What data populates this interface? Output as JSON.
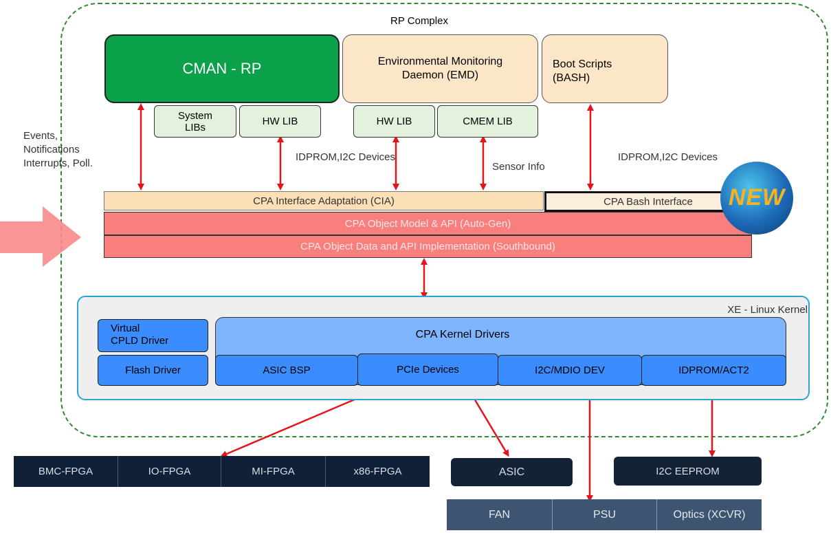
{
  "rp_complex": {
    "title": "RP Complex",
    "cman": "CMAN - RP",
    "emd_line1": "Environmental Monitoring",
    "emd_line2": "Daemon (EMD)",
    "boot_line1": "Boot Scripts",
    "boot_line2": "(BASH)",
    "libs": {
      "system_line1": "System",
      "system_line2": "LIBs",
      "hw_lib_1": "HW LIB",
      "hw_lib_2": "HW LIB",
      "cmem_lib": "CMEM LIB"
    },
    "notes": {
      "events_line1": "Events,",
      "events_line2": "Notifications",
      "events_line3": "Interrupts, Poll.",
      "idprom_left": "IDPROM,I2C Devices",
      "sensor_info": "Sensor Info",
      "idprom_right": "IDPROM,I2C Devices"
    },
    "cpa": {
      "cia": "CPA Interface Adaptation (CIA)",
      "bash_interface": "CPA Bash Interface",
      "object_model": "CPA Object Model & API (Auto-Gen)",
      "object_data": "CPA Object Data and API Implementation (Southbound)"
    },
    "badge": "NEW"
  },
  "kernel": {
    "label": "XE - Linux Kernel",
    "virtual_cpld_line1": "Virtual",
    "virtual_cpld_line2": "CPLD Driver",
    "flash_driver": "Flash Driver",
    "cpa_kernel_drivers": "CPA Kernel Drivers",
    "drivers": [
      "ASIC BSP",
      "PCIe Devices",
      "I2C/MDIO DEV",
      "IDPROM/ACT2"
    ]
  },
  "hardware": {
    "fpgas": [
      "BMC-FPGA",
      "IO-FPGA",
      "MI-FPGA",
      "x86-FPGA"
    ],
    "asic": "ASIC",
    "i2c_eeprom": "I2C EEPROM",
    "bottom_row": [
      "FAN",
      "PSU",
      "Optics (XCVR)"
    ]
  },
  "colors": {
    "cman": "#0aa14a",
    "cream": "#fbe6c8",
    "red_bar": "#f97f7f",
    "driver_blue": "#3b8dff",
    "kernel_blue": "#7fb5ff",
    "dark_navy": "#0f2038",
    "arrow_red": "#e4141b"
  }
}
